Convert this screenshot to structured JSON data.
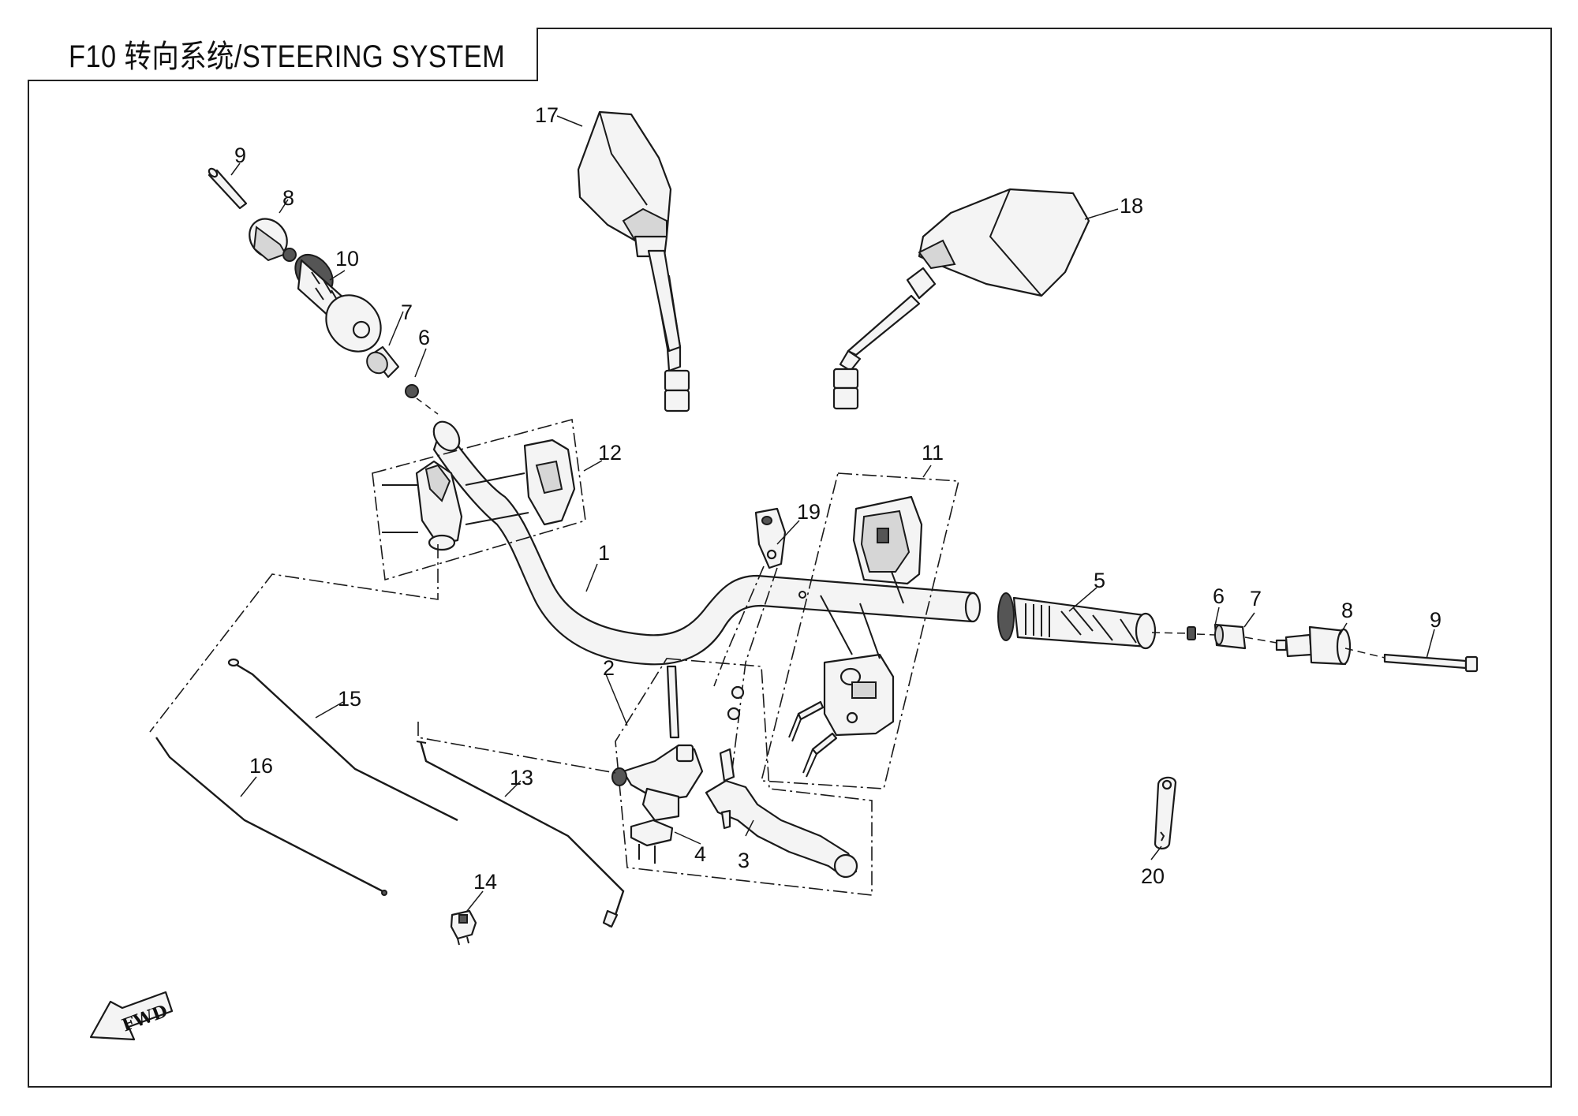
{
  "title": "F10 转向系统/STEERING SYSTEM",
  "fwd_label": "FWD",
  "callouts": [
    "1",
    "2",
    "3",
    "4",
    "5",
    "6",
    "6",
    "7",
    "7",
    "8",
    "8",
    "9",
    "9",
    "10",
    "11",
    "12",
    "13",
    "14",
    "15",
    "16",
    "17",
    "18",
    "19",
    "20"
  ],
  "part_numbers": {
    "handlebar": "1",
    "clutch_lever_bracket_assembly": "2",
    "clutch_lever": "3",
    "clutch_switch": "4",
    "right_grip": "5",
    "spacer_left": "6",
    "spacer_right": "6",
    "bushing_left": "7",
    "bushing_right": "7",
    "bar_end_weight_left": "8",
    "bar_end_weight_right": "8",
    "bar_end_bolt_left": "9",
    "bar_end_bolt_right": "9",
    "throttle_grip": "10",
    "right_switch_assembly": "11",
    "throttle_housing": "12",
    "clutch_cable": "13",
    "connector": "14",
    "throttle_cable_a": "15",
    "throttle_cable_b": "16",
    "left_mirror": "17",
    "right_mirror": "18",
    "cable_clip": "19",
    "key_tag": "20"
  },
  "colors": {
    "line": "#1a1a1a",
    "fill_light": "#f2f2f2",
    "fill_mid": "#cfcfcf",
    "fill_dark": "#4a4a4a",
    "background": "#ffffff"
  }
}
